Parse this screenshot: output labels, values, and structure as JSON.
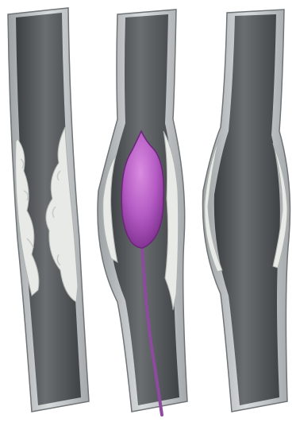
{
  "figure": {
    "panels": [
      {
        "id": "narrowed-artery",
        "plaque": "white-yellow"
      },
      {
        "id": "balloon-inflated",
        "balloon_color": "#b45bc4",
        "catheter_color": "#8d4a9e"
      },
      {
        "id": "widened-artery",
        "plaque": "compressed"
      }
    ],
    "colors": {
      "vessel_wall": "#bcc0c3",
      "vessel_lumen": "#5f6366",
      "plaque": "#e9ece9",
      "balloon": "#b45bc4",
      "catheter": "#8d4a9e"
    }
  }
}
